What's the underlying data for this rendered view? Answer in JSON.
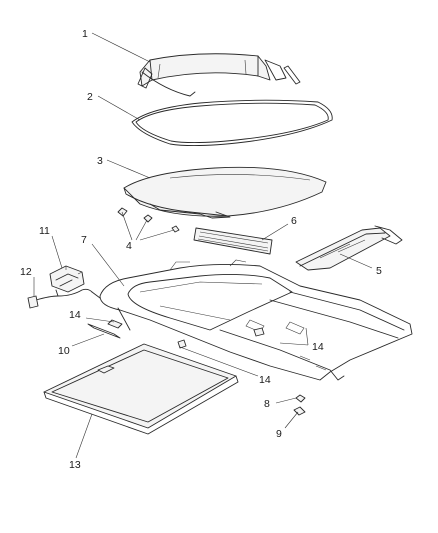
{
  "diagram": {
    "callouts": [
      {
        "id": "1",
        "label": "1"
      },
      {
        "id": "2",
        "label": "2"
      },
      {
        "id": "3",
        "label": "3"
      },
      {
        "id": "4",
        "label": "4"
      },
      {
        "id": "5",
        "label": "5"
      },
      {
        "id": "6",
        "label": "6"
      },
      {
        "id": "7",
        "label": "7"
      },
      {
        "id": "8",
        "label": "8"
      },
      {
        "id": "9",
        "label": "9"
      },
      {
        "id": "10",
        "label": "10"
      },
      {
        "id": "11",
        "label": "11"
      },
      {
        "id": "12",
        "label": "12"
      },
      {
        "id": "13",
        "label": "13"
      },
      {
        "id": "14a",
        "label": "14"
      },
      {
        "id": "14b",
        "label": "14"
      },
      {
        "id": "14c",
        "label": "14"
      }
    ]
  }
}
